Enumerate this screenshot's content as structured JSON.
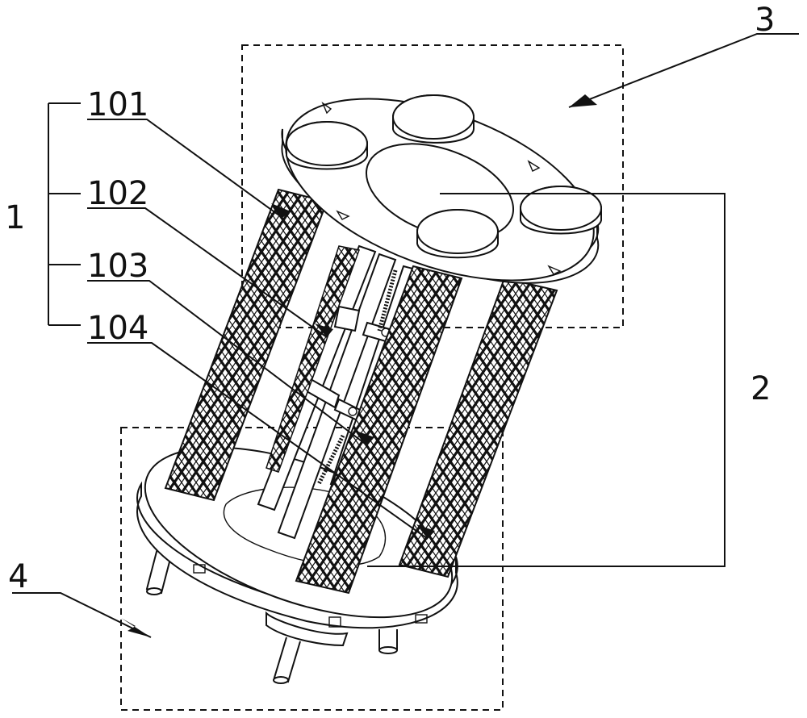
{
  "labels": {
    "assembly": "1",
    "part_101": "101",
    "part_102": "102",
    "part_103": "103",
    "part_104": "104",
    "component_2": "2",
    "component_3": "3",
    "component_4": "4"
  }
}
